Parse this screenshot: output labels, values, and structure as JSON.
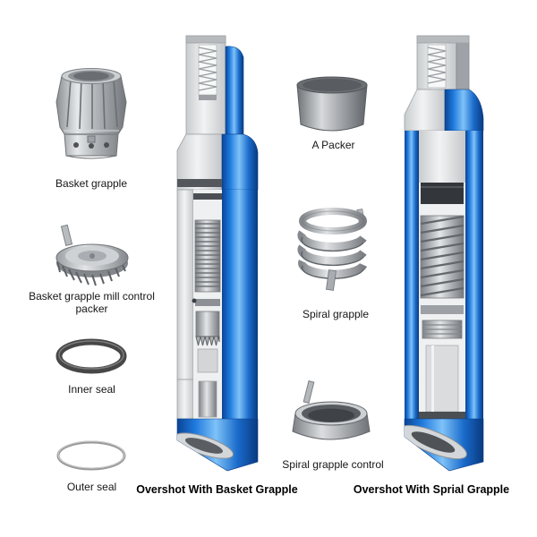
{
  "palette": {
    "body_blue_mid": "#1e79dd",
    "body_blue_highlight": "#7ec2f8",
    "body_blue_dark": "#083a80",
    "metal_light": "#e3e5e7",
    "metal_mid": "#aeb1b4",
    "metal_dark": "#75797d",
    "cut_face": "#f2f3f4",
    "seal_dark": "#474747",
    "seal_light": "#9a9a9a",
    "background": "#ffffff"
  },
  "left_column": {
    "basket_grapple_label": "Basket grapple",
    "mill_control_packer_label": "Basket grapple mill control packer",
    "inner_seal_label": "Inner seal",
    "outer_seal_label": "Outer seal"
  },
  "middle_column": {
    "packer_label": "A Packer",
    "spiral_grapple_label": "Spiral grapple",
    "spiral_grapple_control_label": "Spiral grapple  control"
  },
  "captions": {
    "basket_tool": "Overshot With Basket Grapple",
    "spiral_tool": "Overshot With Sprial Grapple"
  }
}
